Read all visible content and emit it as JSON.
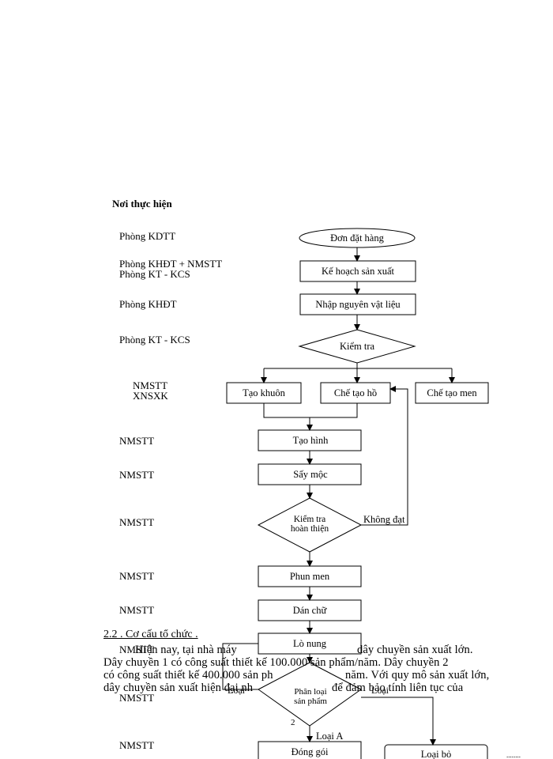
{
  "header": {
    "title": "Nơi thực hiện"
  },
  "left_labels": [
    "Phòng KDTT",
    "Phòng KHĐT + NMSTT",
    "Phòng KT - KCS",
    "Phòng KHĐT",
    "Phòng KT - KCS",
    "NMSTT",
    "XNSXK",
    "NMSTT",
    "NMSTT",
    "NMSTT",
    "NMSTT",
    "NMSTT",
    "NMSTT",
    "NMSTT",
    "NMSTT"
  ],
  "flow": {
    "start": "Đơn đặt hàng",
    "plan": "Kế hoạch sản xuất",
    "import": "Nhập nguyên vật liệu",
    "check1": "Kiểm tra",
    "mold": "Tạo khuôn",
    "slip": "Chế tạo hồ",
    "glaze": "Chế tạo men",
    "forming": "Tạo hình",
    "drying": "Sấy mộc",
    "check2_line1": "Kiểm tra",
    "check2_line2": "hoàn thiện",
    "fail": "Không đạt",
    "spray": "Phun men",
    "stamp": "Dán chữ",
    "kiln": "Lò nung",
    "sort_line1": "Phân loại",
    "sort_line2": "sản phẩm",
    "grade_a": "Loại A",
    "pack": "Đóng gói",
    "reject": "Loại bỏ",
    "loai_left": "Loại",
    "loai_right": "Loại",
    "num": "2"
  },
  "section": {
    "title": "2.2 . Cơ cấu tổ chức .",
    "para": [
      "Hiện nay, tại nhà máy",
      "dây chuyền sản xuất lớn.",
      "Dây chuyền 1 có công suất thiết kế 100.000 sản phẩm/năm. Dây chuyền 2",
      "có công suất thiết kế 400.000 sản ph",
      "năm. Với quy mô sản xuất lớn,",
      "dây chuyền sản xuất hiện đại nh",
      "để đảm bảo tính liên tục của"
    ]
  }
}
